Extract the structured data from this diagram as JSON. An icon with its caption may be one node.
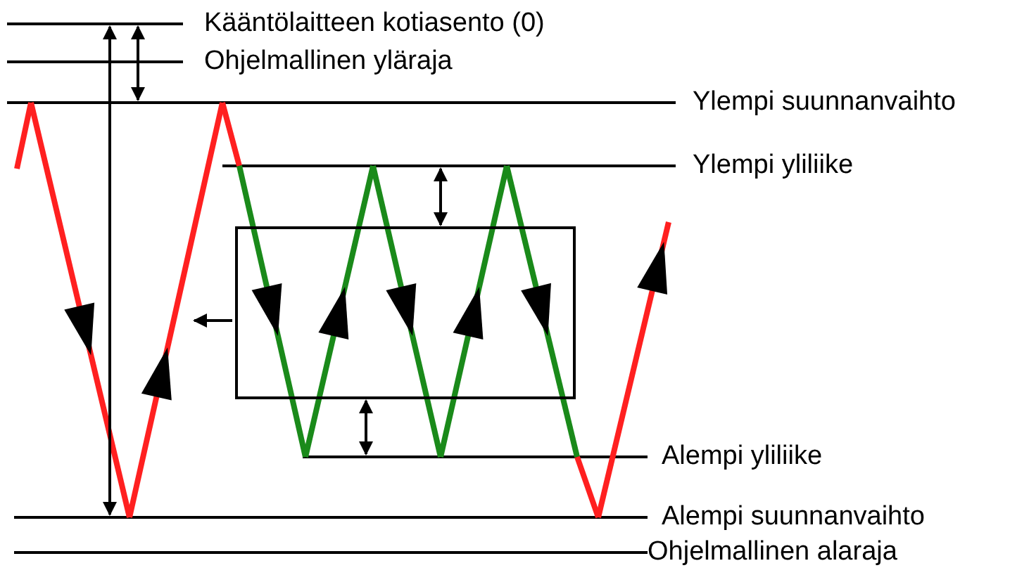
{
  "diagram": {
    "labels": [
      "Kääntölaitteen kotiasento (0)",
      "Ohjelmallinen yläraja",
      "Ylempi suunnanvaihto",
      "Ylempi yliliike",
      "Alempi yliliike",
      "Alempi suunnanvaihto",
      "Ohjelmallinen alaraja"
    ]
  }
}
